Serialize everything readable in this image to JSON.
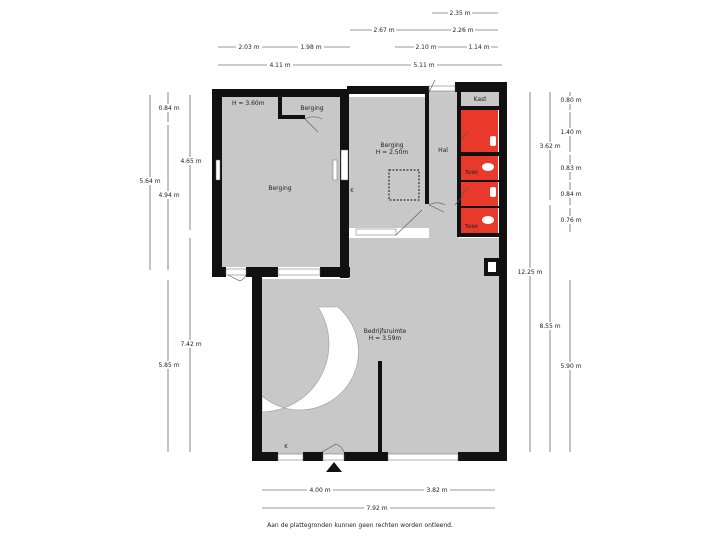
{
  "dimensions": {
    "top": [
      "2.35 m",
      "2.67 m",
      "2.26 m",
      "2.03 m",
      "1.98 m",
      "2.10 m",
      "1.14 m",
      "4.11 m",
      "5.11 m"
    ],
    "left": [
      "0.84 m",
      "5.64 m",
      "4.94 m",
      "4.65 m",
      "7.42 m",
      "5.85 m"
    ],
    "right": [
      "0.80 m",
      "1.40 m",
      "3.62 m",
      "0.83 m",
      "0.84 m",
      "0.76 m",
      "12.25 m",
      "8.55 m",
      "5.90 m"
    ],
    "bottom": [
      "4.00 m",
      "3.82 m",
      "7.92 m"
    ]
  },
  "rooms": {
    "berging_large": "Berging",
    "berging_large_height": "H = 3.60m",
    "berging_small": "Berging",
    "berging_mid": "Berging",
    "berging_mid_height": "H = 2.50m",
    "hal": "Hal",
    "kast": "Kast",
    "toilet_1": "Toilet",
    "toilet_2": "Toilet",
    "bedrijfsruimte": "Bedrijfsruimte",
    "bedrijfsruimte_height": "H = 3.59m",
    "k_1": "K",
    "k_2": "K"
  },
  "disclaimer": "Aan de plattegronden kunnen geen rechten worden ontleend.",
  "colors": {
    "floor": "#c8c8c8",
    "wall": "#111111",
    "toilet": "#e8392a",
    "circle": "#ffffff"
  },
  "icons": [
    "entrance-arrow-icon",
    "door-swing-icon",
    "toilet-icon",
    "sink-icon",
    "hatch-icon"
  ]
}
